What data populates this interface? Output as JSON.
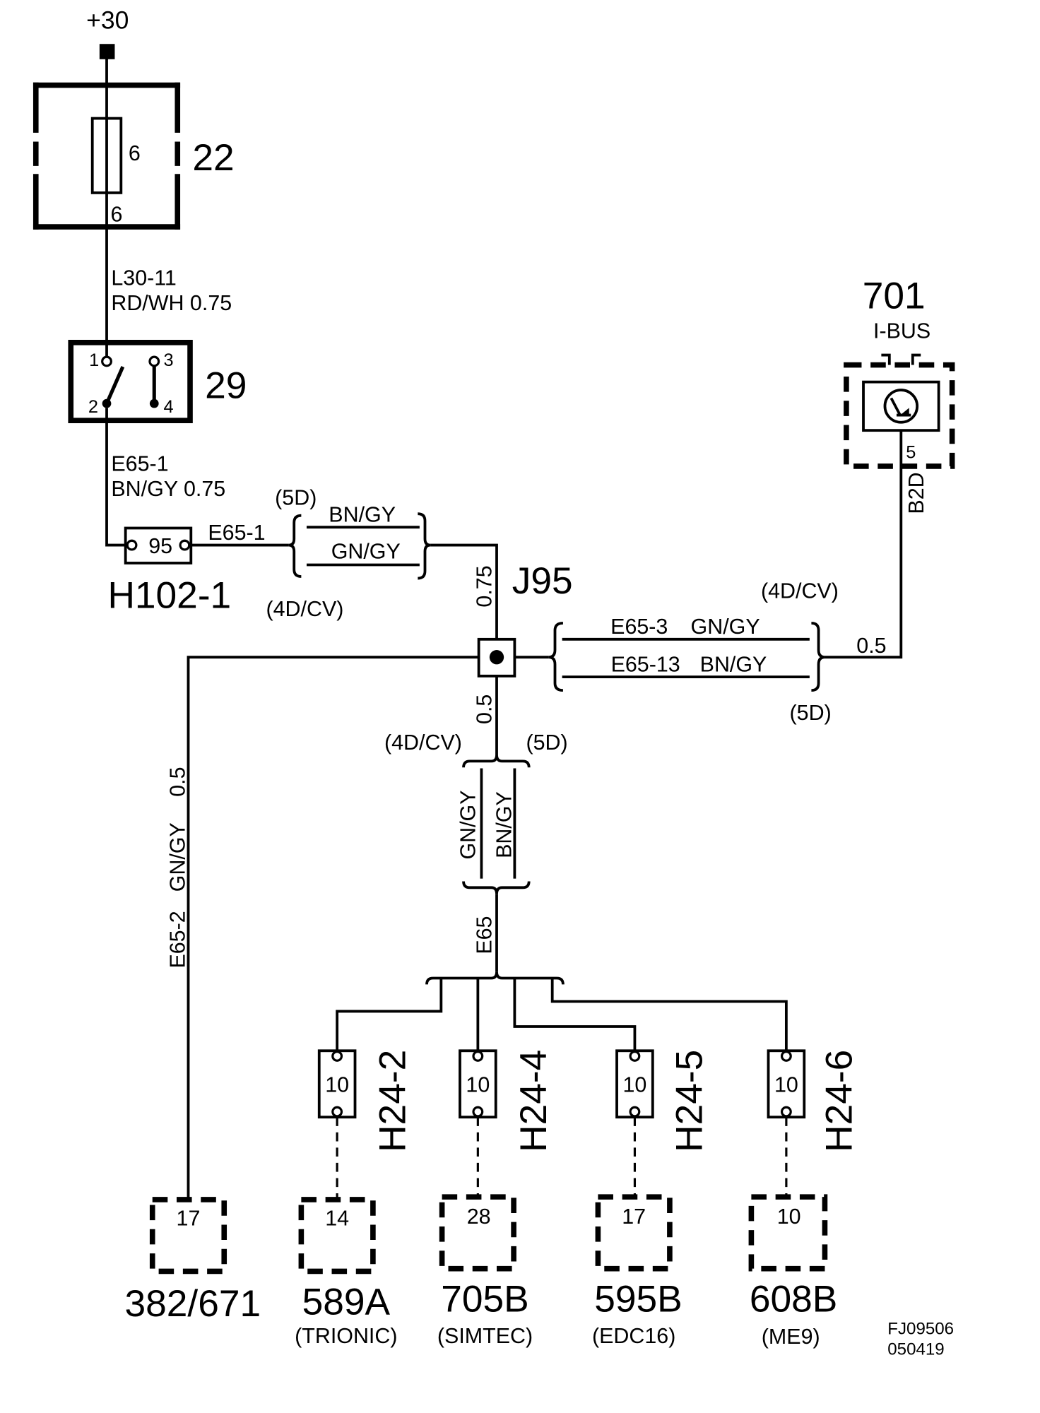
{
  "diagram": {
    "supply_terminal": "+30",
    "fuse_box": {
      "id": "22",
      "fuse_number": "6",
      "pin": "6"
    },
    "wire_l30_11": {
      "name": "L30-11",
      "spec": "RD/WH 0.75"
    },
    "switch": {
      "id": "29",
      "pin_1": "1",
      "pin_2": "2",
      "pin_3": "3",
      "pin_4": "4"
    },
    "wire_e65_1": {
      "name": "E65-1",
      "spec": "BN/GY 0.75",
      "name_after_connector": "E65-1"
    },
    "connector_h102_1": {
      "id": "H102-1",
      "pin": "95"
    },
    "pair_upper": {
      "label_5d": "(5D)",
      "label_4dcv": "(4D/CV)",
      "wire_a": "BN/GY",
      "wire_b": "GN/GY"
    },
    "splice_j95": {
      "id": "J95",
      "size_in": "0.75",
      "size_out": "0.5"
    },
    "wire_e65_2": {
      "name": "E65-2",
      "color": "GN/GY",
      "size": "0.5"
    },
    "pair_right": {
      "label_4dcv": "(4D/CV)",
      "label_5d": "(5D)",
      "wire_a_name": "E65-3",
      "wire_a_color": "GN/GY",
      "wire_b_name": "E65-13",
      "wire_b_color": "BN/GY",
      "size": "0.5"
    },
    "ibus_701": {
      "id": "701",
      "name": "I-BUS",
      "pin": "5",
      "wire": "B2D"
    },
    "pair_down": {
      "label_4dcv": "(4D/CV)",
      "label_5d": "(5D)",
      "wire_a": "GN/GY",
      "wire_b": "BN/GY",
      "bundle": "E65"
    },
    "fuses": [
      {
        "id": "H24-2",
        "rating": "10"
      },
      {
        "id": "H24-4",
        "rating": "10"
      },
      {
        "id": "H24-5",
        "rating": "10"
      },
      {
        "id": "H24-6",
        "rating": "10"
      }
    ],
    "connectors": [
      {
        "id": "382/671",
        "pin": "17"
      },
      {
        "id": "589A",
        "pin": "14",
        "system": "(TRIONIC)"
      },
      {
        "id": "705B",
        "pin": "28",
        "system": "(SIMTEC)"
      },
      {
        "id": "595B",
        "pin": "17",
        "system": "(EDC16)"
      },
      {
        "id": "608B",
        "pin": "10",
        "system": "(ME9)"
      }
    ],
    "drawing_ref": {
      "code": "FJ09506",
      "revision": "050419"
    }
  },
  "colors": {
    "line": "#000000",
    "background": "#ffffff"
  }
}
